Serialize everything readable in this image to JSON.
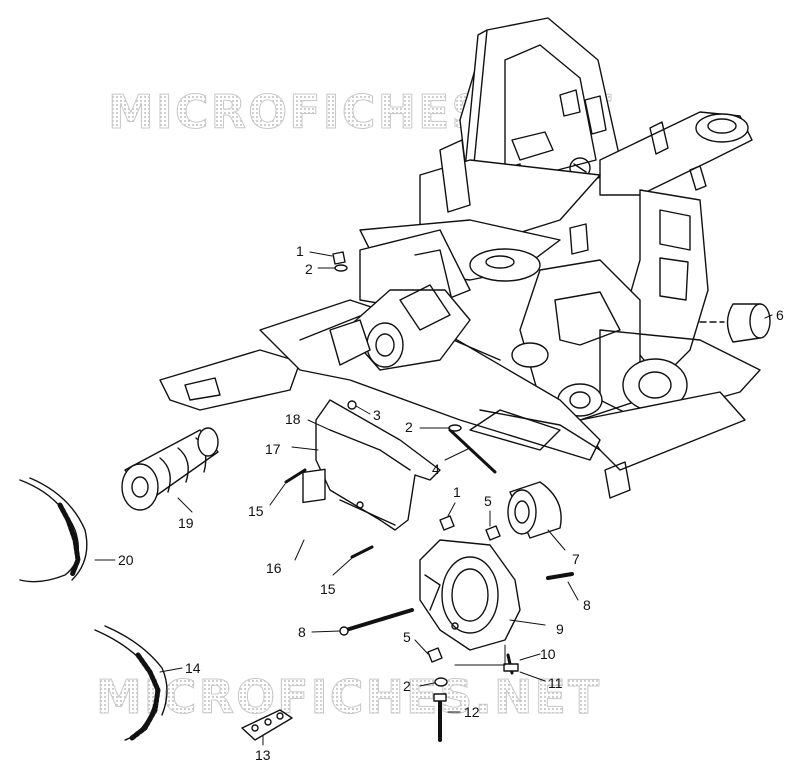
{
  "watermark": {
    "text_top": "MICROFICHES.NET",
    "text_bottom": "MICROFICHES.NET"
  },
  "callouts": [
    {
      "id": "c1a",
      "label": "1"
    },
    {
      "id": "c2a",
      "label": "2"
    },
    {
      "id": "c18",
      "label": "18"
    },
    {
      "id": "c3",
      "label": "3"
    },
    {
      "id": "c2b",
      "label": "2"
    },
    {
      "id": "c17",
      "label": "17"
    },
    {
      "id": "c4",
      "label": "4"
    },
    {
      "id": "c6",
      "label": "6"
    },
    {
      "id": "c1b",
      "label": "1"
    },
    {
      "id": "c5a",
      "label": "5"
    },
    {
      "id": "c15a",
      "label": "15"
    },
    {
      "id": "c19",
      "label": "19"
    },
    {
      "id": "c7",
      "label": "7"
    },
    {
      "id": "c20",
      "label": "20"
    },
    {
      "id": "c16",
      "label": "16"
    },
    {
      "id": "c15b",
      "label": "15"
    },
    {
      "id": "c8a",
      "label": "8"
    },
    {
      "id": "c8b",
      "label": "8"
    },
    {
      "id": "c9",
      "label": "9"
    },
    {
      "id": "c5b",
      "label": "5"
    },
    {
      "id": "c10",
      "label": "10"
    },
    {
      "id": "c14",
      "label": "14"
    },
    {
      "id": "c2c",
      "label": "2"
    },
    {
      "id": "c11",
      "label": "11"
    },
    {
      "id": "c12",
      "label": "12"
    },
    {
      "id": "c13",
      "label": "13"
    }
  ],
  "colors": {
    "line": "#111111",
    "watermark": "#c8c8c8",
    "background": "#ffffff"
  }
}
